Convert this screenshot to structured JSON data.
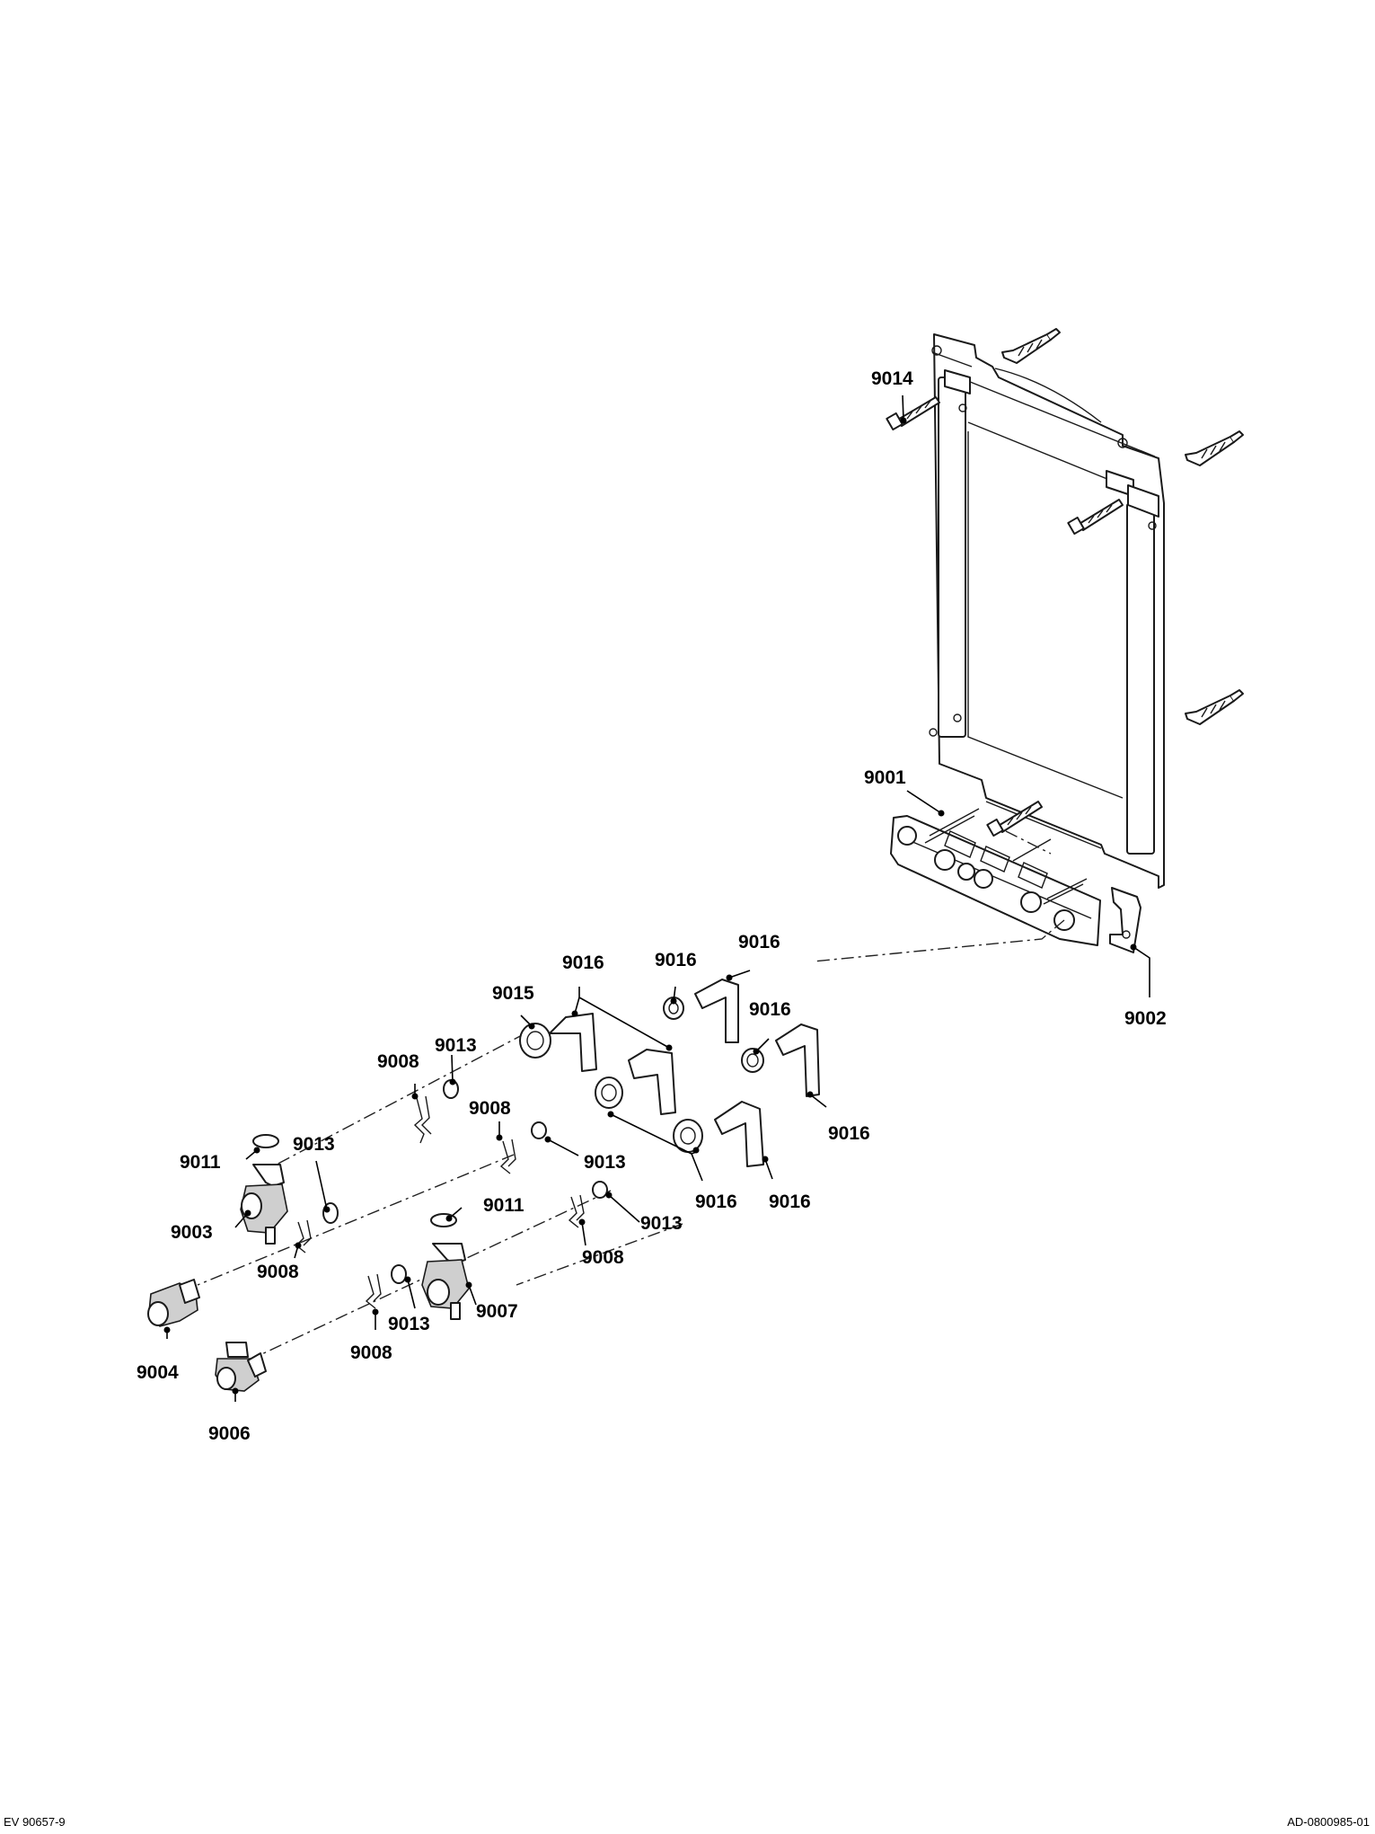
{
  "callouts": {
    "c9014": "9014",
    "c9001": "9001",
    "c9002": "9002",
    "c9016": "9016",
    "c9015": "9015",
    "c9013": "9013",
    "c9008": "9008",
    "c9011": "9011",
    "c9003": "9003",
    "c9004": "9004",
    "c9006": "9006",
    "c9007": "9007"
  },
  "footer": {
    "left": "EV 90657-9",
    "right": "AD-0800985-01"
  }
}
